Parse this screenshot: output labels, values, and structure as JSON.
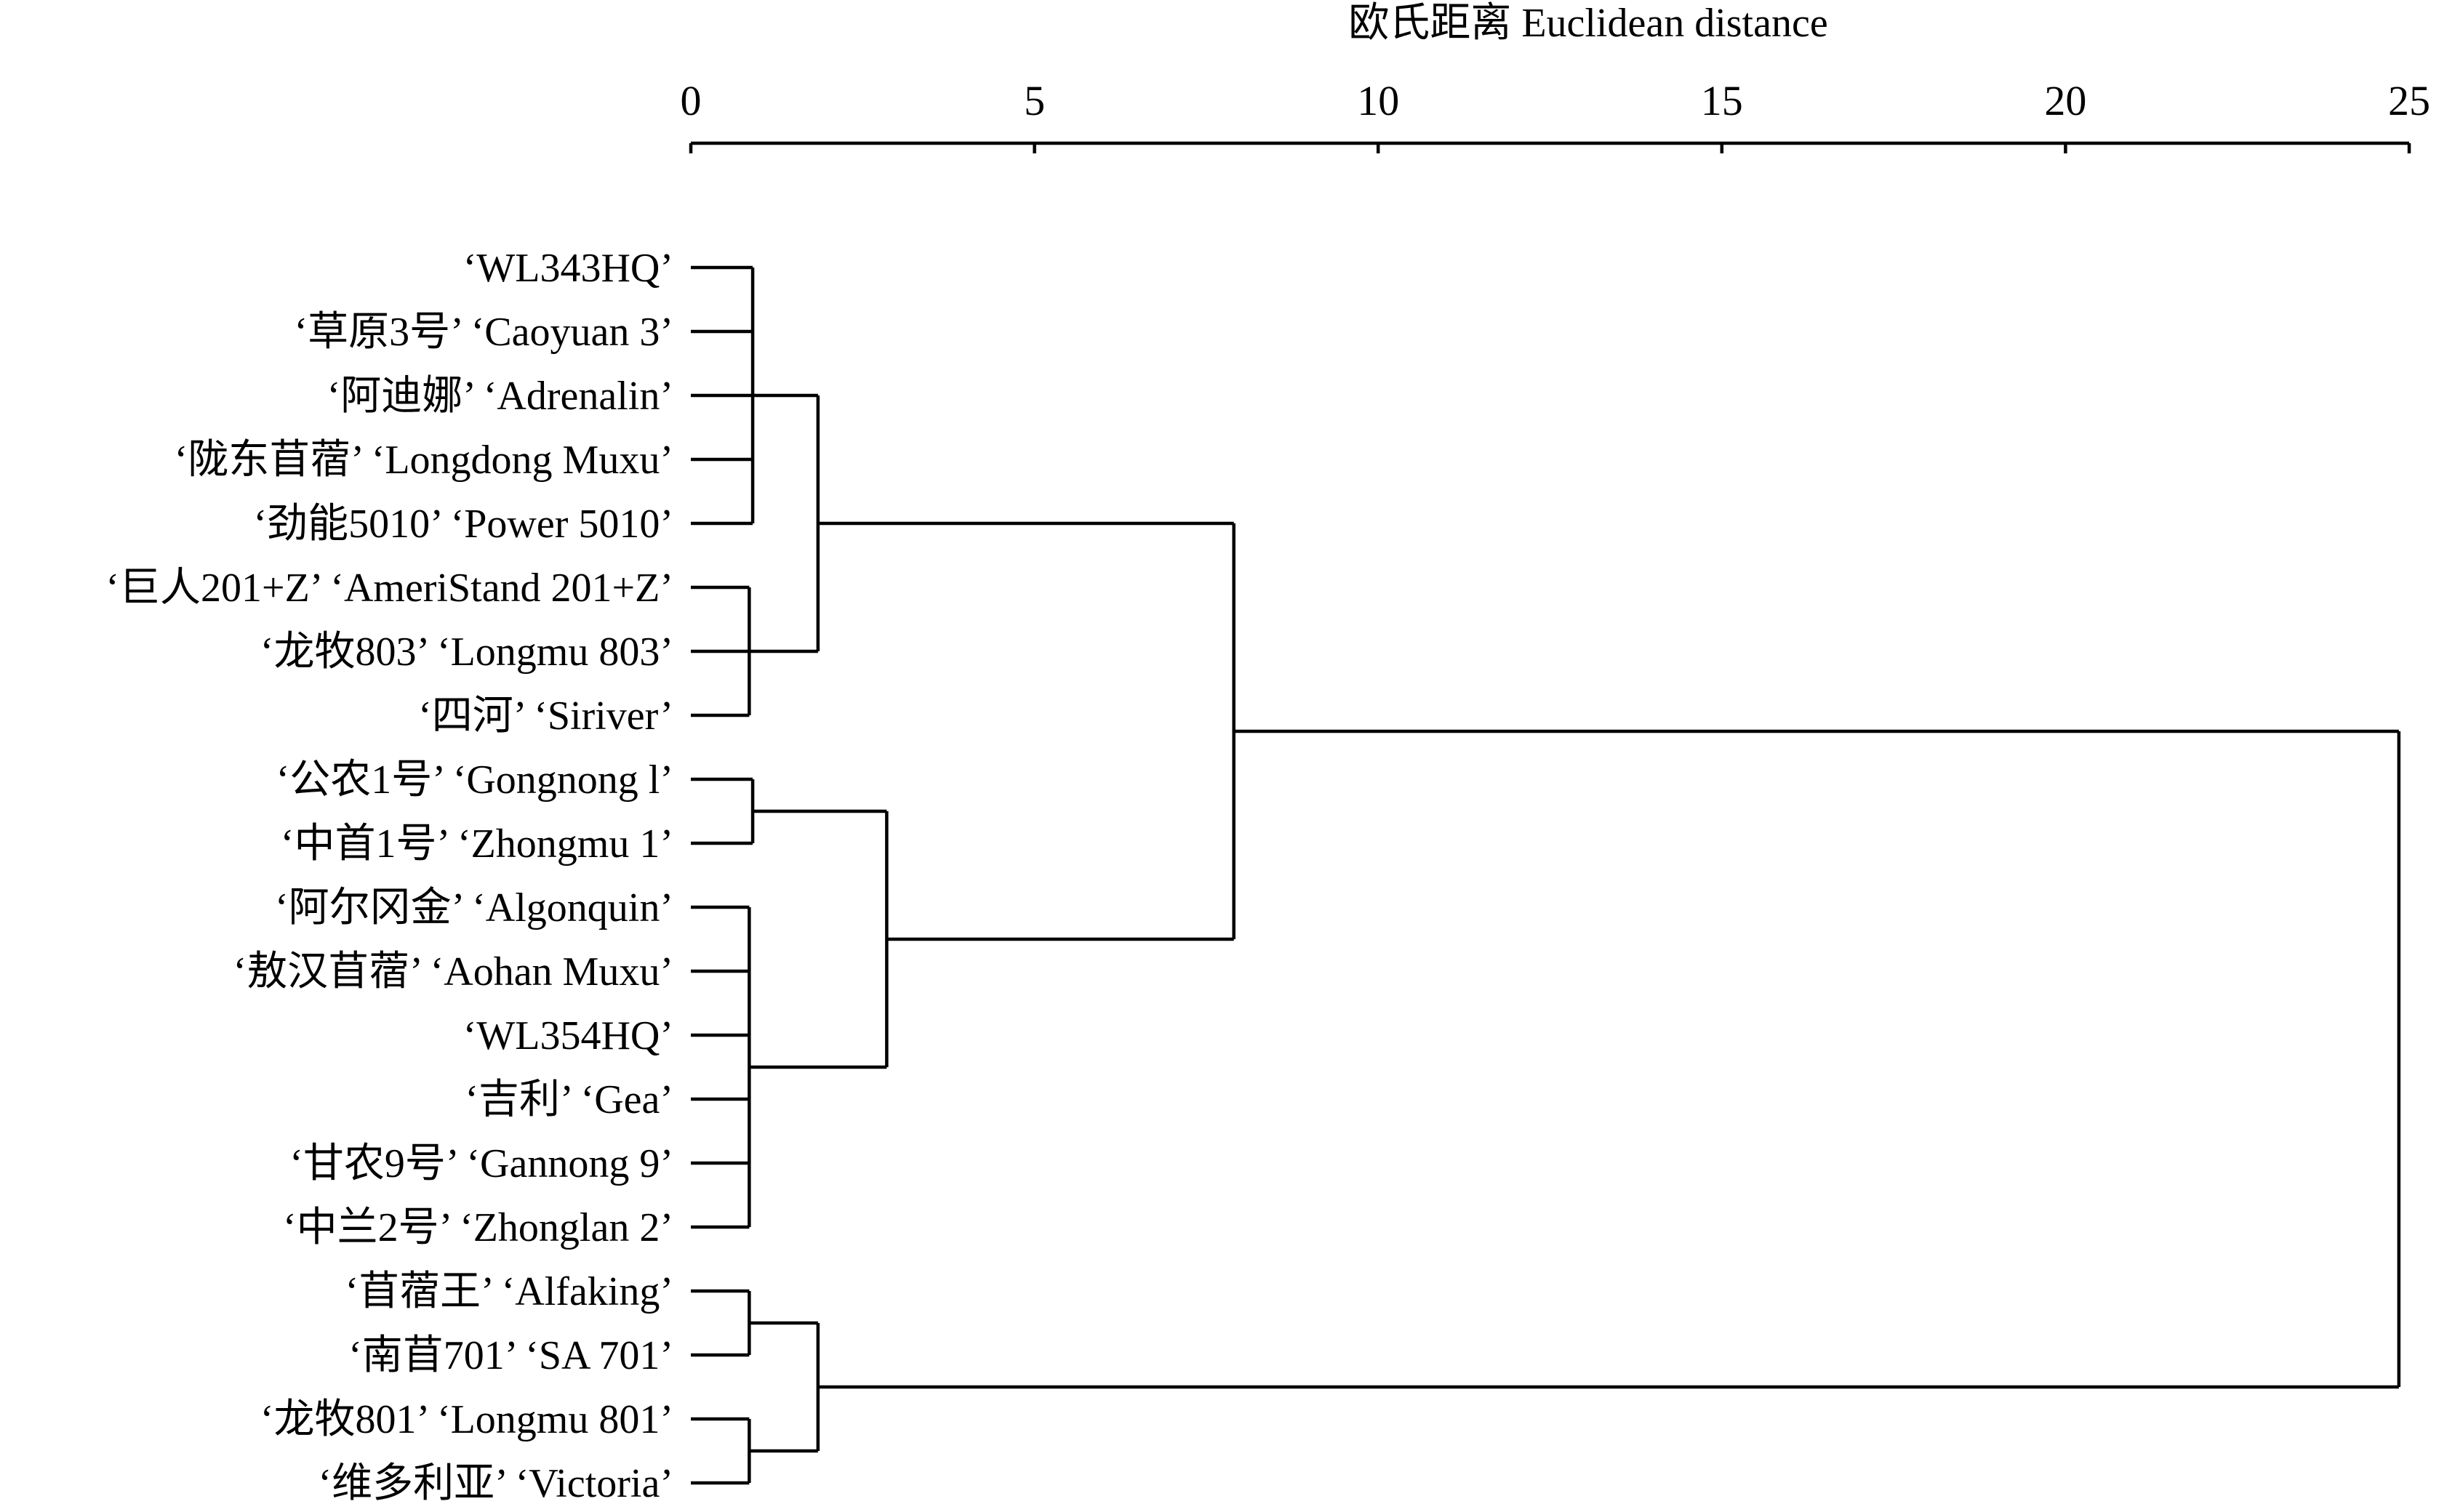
{
  "axis": {
    "title": "欧氏距离 Euclidean distance",
    "ticks": [
      {
        "value": 0,
        "label": "0"
      },
      {
        "value": 5,
        "label": "5"
      },
      {
        "value": 10,
        "label": "10"
      },
      {
        "value": 15,
        "label": "15"
      },
      {
        "value": 20,
        "label": "20"
      },
      {
        "value": 25,
        "label": "25"
      }
    ],
    "range": [
      0,
      25
    ],
    "position": "top"
  },
  "leaves": [
    "‘WL343HQ’",
    "‘草原3号’ ‘Caoyuan 3’",
    "‘阿迪娜’ ‘Adrenalin’",
    "‘陇东苜蓿’ ‘Longdong Muxu’",
    "‘劲能5010’ ‘Power 5010’",
    "‘巨人201+Z’ ‘AmeriStand 201+Z’",
    "‘龙牧803’ ‘Longmu 803’",
    "‘四河’ ‘Siriver’",
    "‘公农1号’ ‘Gongnong l’",
    "‘中首1号’ ‘Zhongmu 1’",
    "‘阿尔冈金’ ‘Algonquin’",
    "‘敖汉苜蓿’ ‘Aohan Muxu’",
    "‘WL354HQ’",
    "‘吉利’ ‘Gea’",
    "‘甘农9号’ ‘Gannong 9’",
    "‘中兰2号’ ‘Zhonglan 2’",
    "‘苜蓿王’ ‘Alfaking’",
    "‘南苜701’ ‘SA 701’",
    "‘龙牧801’ ‘Longmu 801’",
    "‘维多利亚’ ‘Victoria’"
  ],
  "clusters": [
    {
      "id": "c1",
      "members": [
        0,
        1,
        2,
        3,
        4
      ],
      "distance": 0.9
    },
    {
      "id": "c2",
      "members": [
        5,
        6,
        7
      ],
      "distance": 0.85
    },
    {
      "id": "c3",
      "members": [
        "c1",
        "c2"
      ],
      "distance": 1.85
    },
    {
      "id": "c4",
      "members": [
        8,
        9
      ],
      "distance": 0.9
    },
    {
      "id": "c5",
      "members": [
        10,
        11,
        12,
        13,
        14,
        15
      ],
      "distance": 0.85
    },
    {
      "id": "c6",
      "members": [
        "c4",
        "c5"
      ],
      "distance": 2.85
    },
    {
      "id": "c7",
      "members": [
        "c3",
        "c6"
      ],
      "distance": 7.9
    },
    {
      "id": "c8",
      "members": [
        16,
        17
      ],
      "distance": 0.85
    },
    {
      "id": "c9",
      "members": [
        18,
        19
      ],
      "distance": 0.85
    },
    {
      "id": "c10",
      "members": [
        "c8",
        "c9"
      ],
      "distance": 1.85
    },
    {
      "id": "c11",
      "members": [
        "c7",
        "c10"
      ],
      "distance": 24.85
    }
  ]
}
